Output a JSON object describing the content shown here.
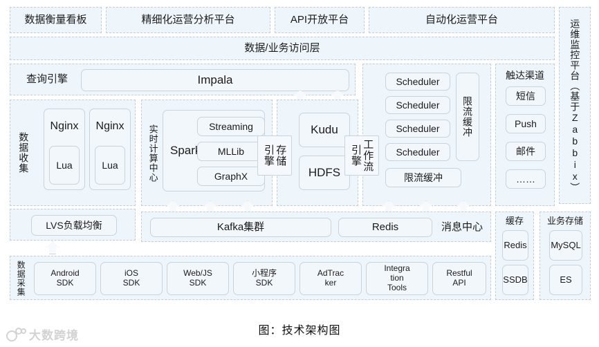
{
  "caption": "图：技术架构图",
  "watermark": {
    "text": "大数跨境",
    "logo_mark": "logo-icon"
  },
  "top_platforms": [
    {
      "label": "数据衡量看板"
    },
    {
      "label": "精细化运营分析平台"
    },
    {
      "label": "API开放平台"
    },
    {
      "label": "自动化运营平台"
    }
  ],
  "access_layer": {
    "label": "数据/业务访问层"
  },
  "monitoring": {
    "label": "运维监控平台（基于Zabbix）"
  },
  "query_engine": {
    "label": "查询引擎",
    "engine": "Impala"
  },
  "data_collection": {
    "label": "数据收集",
    "nodes": [
      {
        "server": "Nginx",
        "module": "Lua"
      },
      {
        "server": "Nginx",
        "module": "Lua"
      }
    ],
    "load_balancer": "LVS负载均衡"
  },
  "compute_center": {
    "label": "实时计算中心",
    "engine": "Spark",
    "modules": [
      "Streaming",
      "MLLib",
      "GraphX"
    ]
  },
  "storage_engine": {
    "label_col1": "引擎",
    "label_col2": "存储",
    "stores": [
      "Kudu",
      "HDFS"
    ]
  },
  "workflow_engine": {
    "label_col1": "引擎",
    "label_col2": "工作流",
    "schedulers": [
      "Scheduler",
      "Scheduler",
      "Scheduler",
      "Scheduler"
    ],
    "buffer_vertical": "限流缓冲",
    "buffer_horizontal": "限流缓冲"
  },
  "reach_channels": {
    "label": "触达渠道",
    "items": [
      "短信",
      "Push",
      "邮件",
      "……"
    ]
  },
  "message_bus": {
    "label": "消息中心",
    "items": [
      "Kafka集群",
      "Redis"
    ]
  },
  "cache": {
    "label": "缓存",
    "items": [
      "Redis",
      "SSDB"
    ]
  },
  "business_storage": {
    "label": "业务存储",
    "items": [
      "MySQL",
      "ES"
    ]
  },
  "data_acquisition": {
    "label": "数据采集",
    "sdks": [
      {
        "line1": "Android",
        "line2": "SDK",
        "line3": ""
      },
      {
        "line1": "iOS",
        "line2": "SDK",
        "line3": ""
      },
      {
        "line1": "Web/JS",
        "line2": "SDK",
        "line3": ""
      },
      {
        "line1": "小程序",
        "line2": "SDK",
        "line3": ""
      },
      {
        "line1": "AdTrac",
        "line2": "ker",
        "line3": ""
      },
      {
        "line1": "Integra",
        "line2": "tion",
        "line3": "Tools"
      },
      {
        "line1": "Restful",
        "line2": "API",
        "line3": ""
      }
    ]
  },
  "colors": {
    "panel_bg": "#eef5fb",
    "box_bg": "#f2f7fc",
    "border": "#c9d3db",
    "text": "#1a1a1a",
    "page_bg": "#ffffff"
  }
}
